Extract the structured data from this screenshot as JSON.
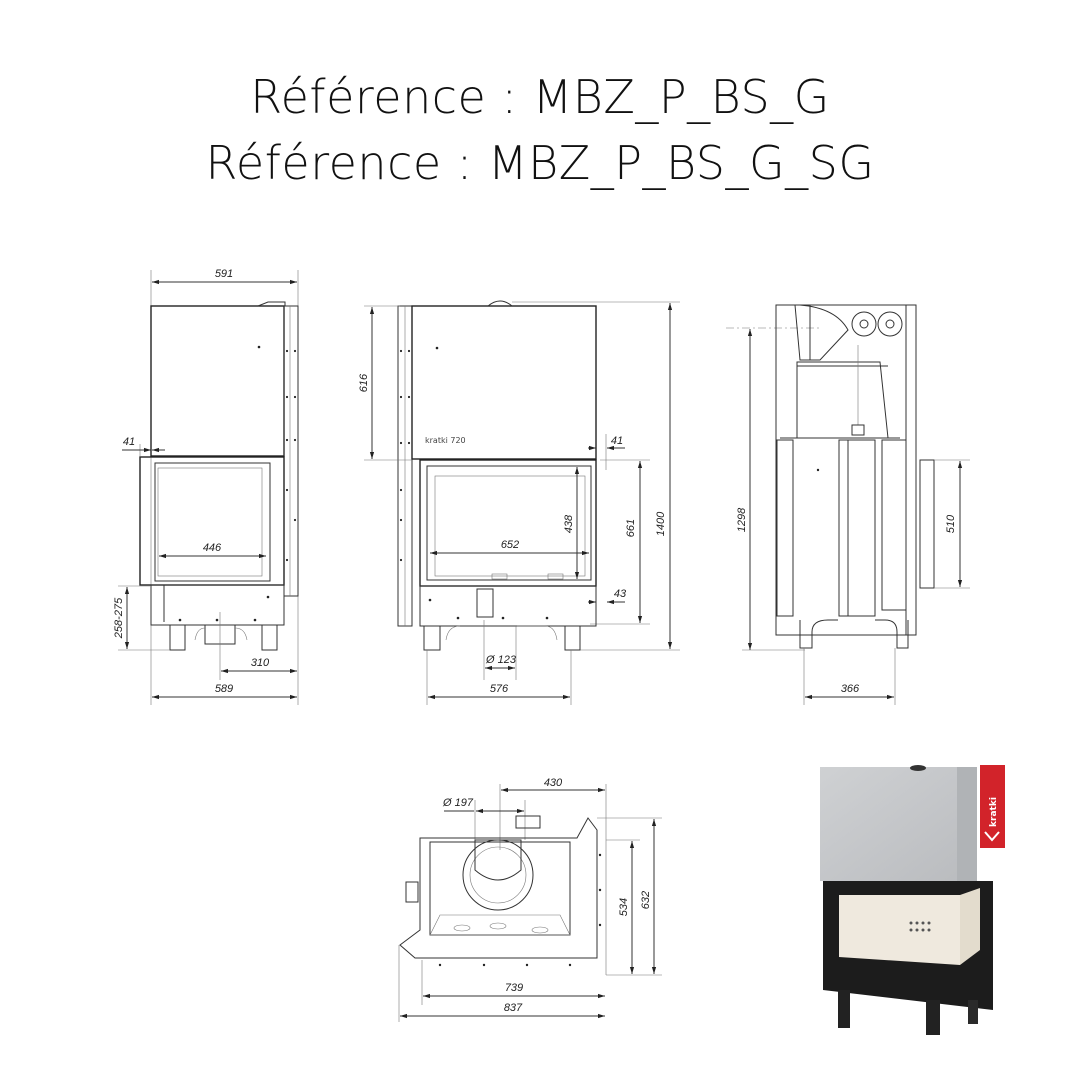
{
  "titles": {
    "line1": "Référence : MBZ_P_BS_G",
    "line2": "Référence : MBZ_P_BS_G_SG"
  },
  "views": {
    "side_left": {
      "dims": {
        "top_width": "591",
        "frame_offset": "41",
        "window_width": "446",
        "leg_height": "258-275",
        "flue_offset": "310",
        "base_width": "589"
      }
    },
    "front": {
      "dims": {
        "upper_height": "616",
        "frame_offset": "41",
        "window_width": "652",
        "window_height": "438",
        "opening_height": "661",
        "total_height": "1400",
        "bottom_offset": "43",
        "flue_diameter": "Ø 123",
        "base_width": "576"
      },
      "brand_plate": "kratki 720"
    },
    "side_right": {
      "dims": {
        "height": "1298",
        "side_window_height": "510",
        "base_depth": "366"
      }
    },
    "top": {
      "dims": {
        "flue_offset": "430",
        "flue_diameter": "Ø 197",
        "inner_depth": "534",
        "outer_depth": "632",
        "inner_width": "739",
        "outer_width": "837"
      }
    }
  },
  "product_photo": {
    "brand_label": "kratki",
    "colors": {
      "casing": "#c9cbcd",
      "frame": "#1c1c1c",
      "firebox": "#efe9de",
      "label": "#d2232a"
    }
  }
}
